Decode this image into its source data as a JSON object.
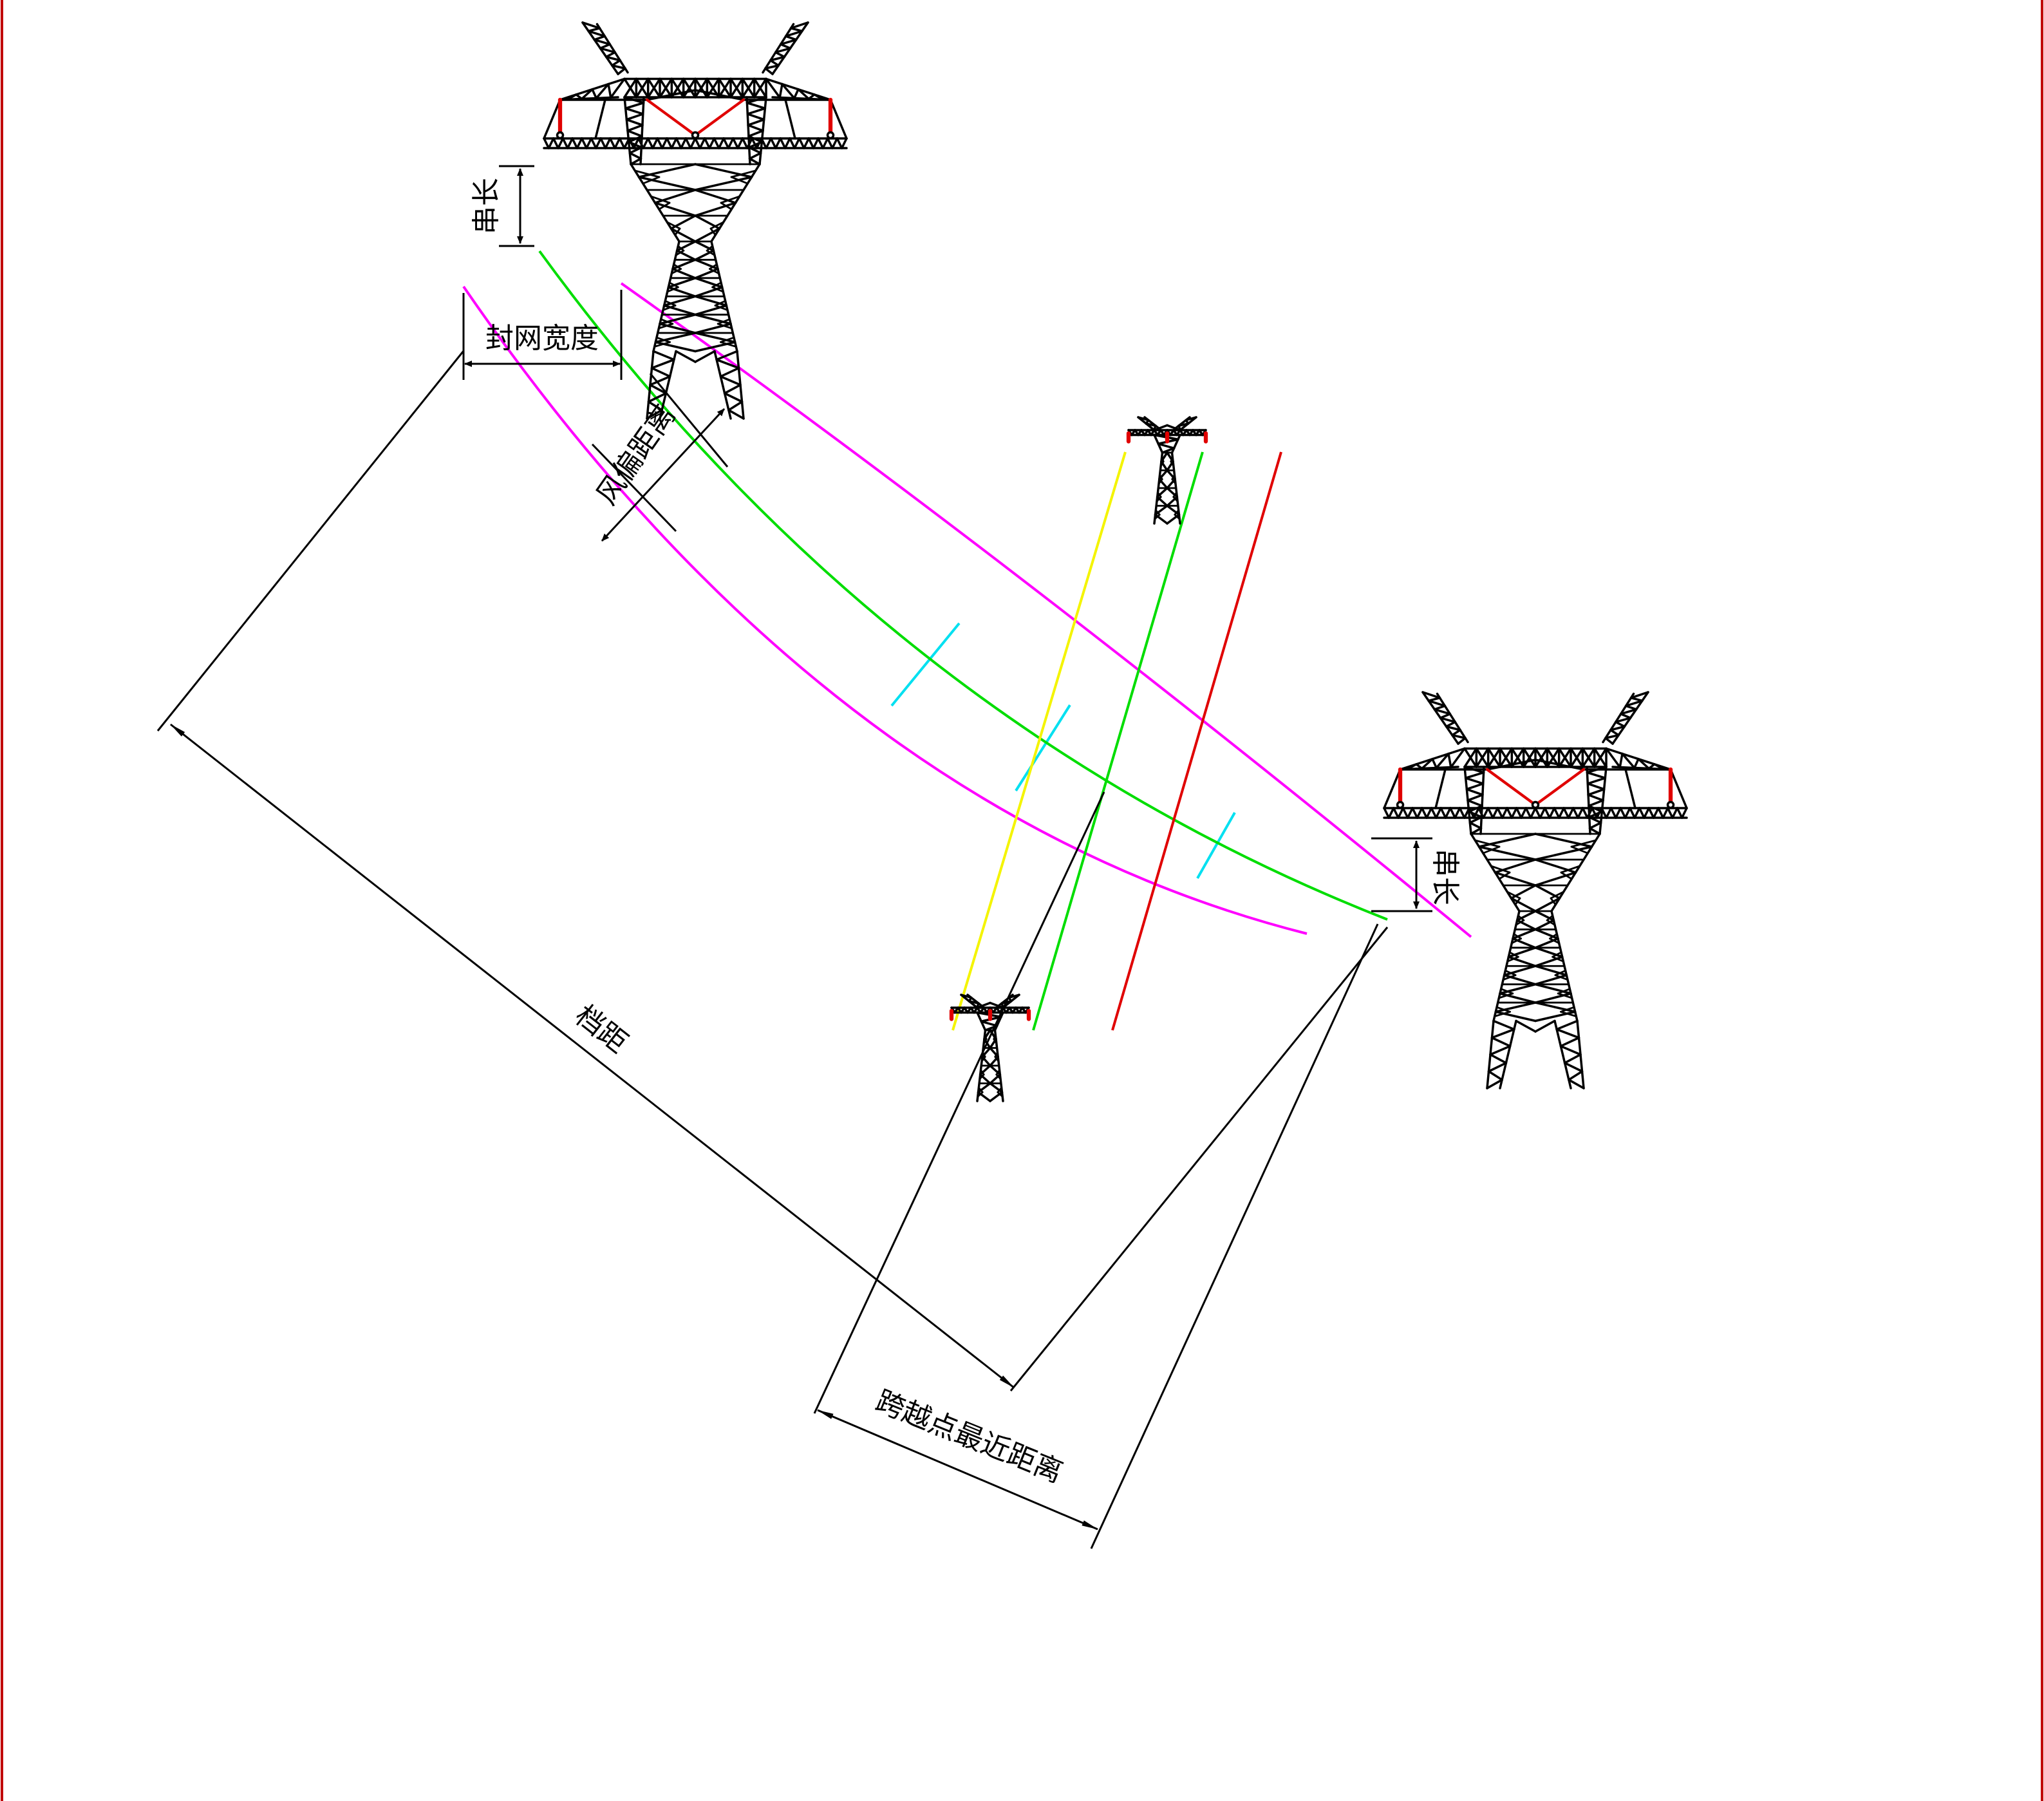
{
  "labels": {
    "string_length_1": "串长",
    "string_length_2": "串长",
    "net_width": "封网宽度",
    "wind_offset": "风偏距离",
    "span": "档距",
    "nearest_crossing": "跨越点最近距离"
  },
  "colors": {
    "structure": "#000000",
    "insulator": "#e00000",
    "middle_conductor": "#00dd00",
    "net_boundary": "#ff00ff",
    "net_rungs": "#00e0f0",
    "crossed_line_1": "#f4f400",
    "crossed_line_2": "#00dd00",
    "crossed_line_3": "#e00000",
    "frame_border": "#c00000"
  },
  "diagram": {
    "towers": [
      {
        "id": "large-tower-left",
        "icon": "transmission-tower-cup"
      },
      {
        "id": "large-tower-right",
        "icon": "transmission-tower-cup"
      },
      {
        "id": "small-tower-upper",
        "icon": "transmission-tower-small"
      },
      {
        "id": "small-tower-lower",
        "icon": "transmission-tower-small"
      }
    ]
  }
}
